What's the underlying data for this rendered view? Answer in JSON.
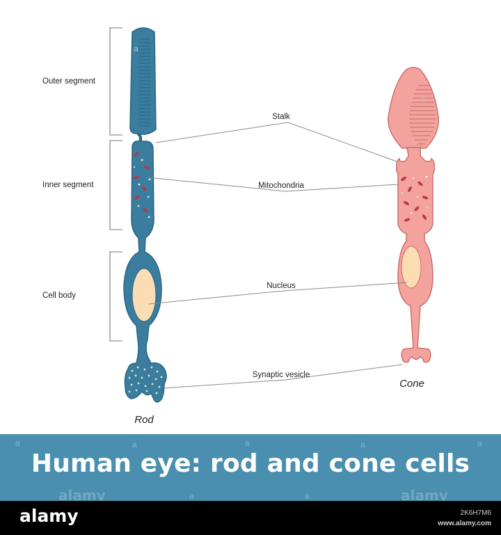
{
  "labels": {
    "outer_segment": "Outer segment",
    "inner_segment": "Inner segment",
    "cell_body": "Cell body",
    "stalk": "Stalk",
    "mitochondria": "Mitochondria",
    "nucleus": "Nucleus",
    "synaptic_vesicle": "Synaptic vesicle",
    "rod": "Rod",
    "cone": "Cone"
  },
  "title": "Human eye: rod and cone cells",
  "watermarks": {
    "letter": "a",
    "brand": "alamy"
  },
  "footer": {
    "logo": "alamy",
    "image_id": "2K6H7M6",
    "url": "www.alamy.com"
  },
  "colors": {
    "rod_fill": "#3a7d9e",
    "rod_stroke": "#2a6584",
    "cone_fill": "#f4a29e",
    "cone_stroke": "#c9706c",
    "nucleus_fill": "#fbdcb3",
    "mitochondria": "#b23a4a",
    "title_band": "#4a8fb0",
    "footer": "#000000"
  }
}
